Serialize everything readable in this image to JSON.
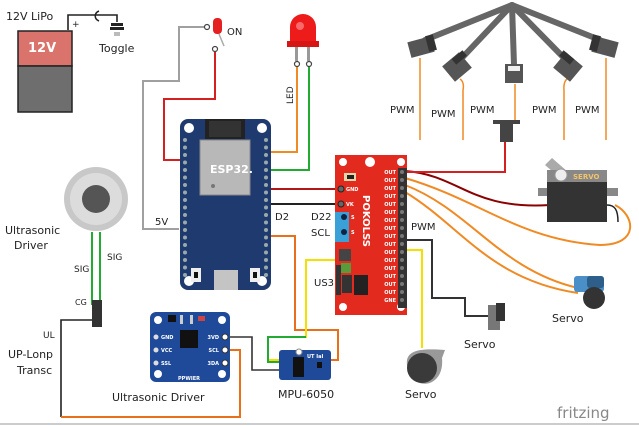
{
  "diagram": {
    "tool_watermark": "fritzing",
    "labels": {
      "battery_name": "12V LiPo",
      "battery_voltage": "12V",
      "battery_plus": "+",
      "toggle": "Toggle",
      "on_led": "ON",
      "led": "LED",
      "esp32": "ESP32.",
      "five_v": "5V",
      "d2": "D2",
      "d22": "D22",
      "scl": "SCL",
      "us3": "US3",
      "pwm_board": "PWM",
      "pca_board": "POKOLSS",
      "ultrasonic_driver_left": "Ultrasonic\nDriver",
      "ultrasonic_driver_line1": "Ultrasonic",
      "ultrasonic_driver_line2": "Driver",
      "sig_left": "SIG",
      "sig_right": "SIG",
      "cg": "CG",
      "ul": "UL",
      "up_long_line1": "UP-Lonp",
      "up_long_line2": "Transc",
      "ultrasonic_driver_bottom": "Ultrasonic Driver",
      "mpu": "MPU-6050",
      "servo_brand": "SERVO",
      "servo_right": "Servo",
      "servo_middle": "Servo",
      "servo_bottom": "Servo",
      "pwm_top": [
        "PWM",
        "PWM",
        "PWM",
        "PWM",
        "PWM"
      ]
    },
    "pca_pins": {
      "left": [
        "GND",
        "VK",
        "S",
        "S"
      ],
      "right": [
        "OUT",
        "OUT",
        "OUT",
        "OUT",
        "OUT",
        "OUT",
        "OUT",
        "OUT",
        "OUT",
        "OUT",
        "OUT",
        "OUT",
        "OUT",
        "OUT",
        "OUT",
        "OUT",
        "GNE"
      ]
    },
    "driver_pins": {
      "left": [
        "GND",
        "VCC",
        "SSL"
      ],
      "right": [
        "3VD",
        "SCL",
        "3DA"
      ],
      "footer": "PPWIER"
    },
    "mpu_pins": "UT IaI",
    "colors": {
      "wire_red": "#d42020",
      "wire_dark_red": "#8b0000",
      "wire_gray": "#a0a0a0",
      "wire_green": "#22aa33",
      "wire_orange": "#f08a24",
      "wire_yellow": "#f4e000",
      "wire_black": "#222222",
      "esp_board": "#1f3a6e",
      "pca_board": "#e22a1e",
      "battery_top": "#d9736c",
      "battery_bottom": "#6e6e6e",
      "servo_gray": "#555555"
    }
  }
}
